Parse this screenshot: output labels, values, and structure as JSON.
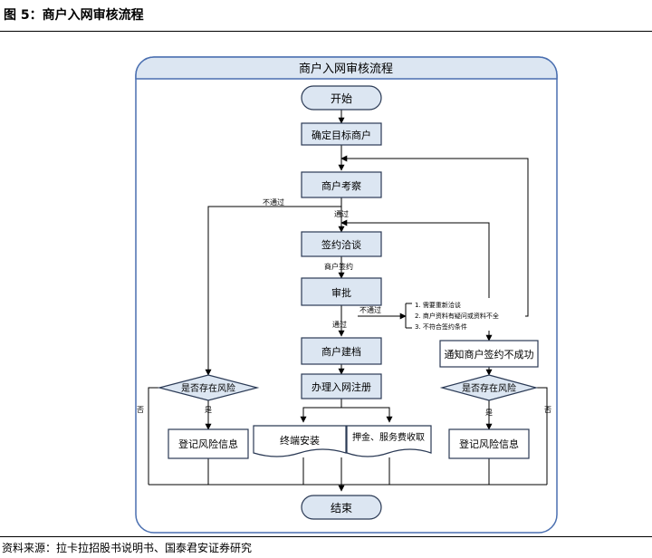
{
  "figure_title": "图 5：商户入网审核流程",
  "source_note": "资料来源：拉卡拉招股书说明书、国泰君安证券研究",
  "colors": {
    "node_fill": "#dce6f2",
    "node_stroke": "#2b3a55",
    "frame_stroke": "#4a6fb0",
    "header_fill": "#dce6f2"
  },
  "flow": {
    "header": "商户入网审核流程",
    "nodes": {
      "start": "开始",
      "target": "确定目标商户",
      "inspect": "商户考察",
      "negotiate": "签约洽谈",
      "approve": "审批",
      "archive": "商户建档",
      "register": "办理入网注册",
      "terminal": "终端安装",
      "deposit": "押金、服务费收取",
      "notify_fail": "通知商户签约不成功",
      "risk_left": "是否存在风险",
      "risk_right": "是否存在风险",
      "log_left": "登记风险信息",
      "log_right": "登记风险信息",
      "end": "结束"
    },
    "edge_labels": {
      "not_pass_left": "不通过",
      "pass_1": "通过",
      "sign": "商户签约",
      "not_pass_mid": "不通过",
      "pass_2": "通过",
      "yes_left": "是",
      "no_left": "否",
      "yes_right": "是",
      "no_right": "否"
    },
    "reasons": [
      "1. 需要重新洽谈",
      "2. 商户资料有疑问或资料不全",
      "3. 不符合签约条件"
    ]
  }
}
